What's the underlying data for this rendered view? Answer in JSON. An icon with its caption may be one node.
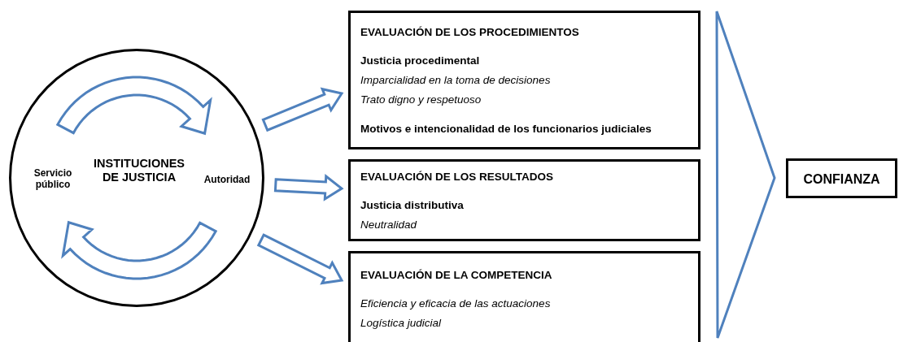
{
  "diagram": {
    "nodes": [
      {
        "text": [
          "Servicio público",
          "INSTITUCIONES DE JUSTICIA",
          "Autoridad"
        ]
      },
      {
        "text": [
          "EVALUACIÓN DE LOS PROCEDIMIENTOS",
          "Justicia procedimental",
          "Imparcialidad en la toma de decisiones",
          "Trato digno y respetuoso",
          "Motivos e intencionalidad de los funcionarios judiciales"
        ]
      },
      {
        "text": [
          "EVALUACIÓN DE LOS RESULTADOS",
          "Justicia distributiva",
          "Neutralidad"
        ]
      },
      {
        "text": [
          "EVALUACIÓN DE LA COMPETENCIA",
          "Eficiencia y eficacia de las actuaciones",
          "Logística judicial"
        ]
      },
      {
        "text": [],
        "shape": "chevron"
      },
      {
        "text": [
          "CONFIANZA"
        ]
      }
    ],
    "edges": [
      {
        "from": 0,
        "to": 1,
        "arrow": "to"
      },
      {
        "from": 0,
        "to": 2,
        "arrow": "to"
      },
      {
        "from": 0,
        "to": 3,
        "arrow": "to"
      }
    ]
  }
}
